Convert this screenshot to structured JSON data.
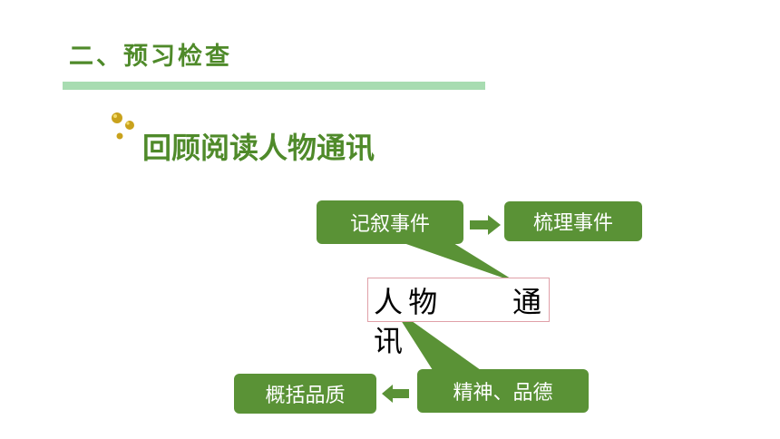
{
  "slide": {
    "section_title": "二、预习检查",
    "subtitle": "回顾阅读人物通讯"
  },
  "diagram": {
    "box_top_left": "记叙事件",
    "box_top_right": "梳理事件",
    "box_bottom_right": "精神、品德",
    "box_bottom_left": "概括品质",
    "center_line1": "人物　　通",
    "center_line2": "讯"
  },
  "colors": {
    "accent_green": "#5a9236",
    "title_green": "#4f8a2a",
    "rule_green": "#a8dcb1",
    "center_border": "#e0a0a8"
  }
}
